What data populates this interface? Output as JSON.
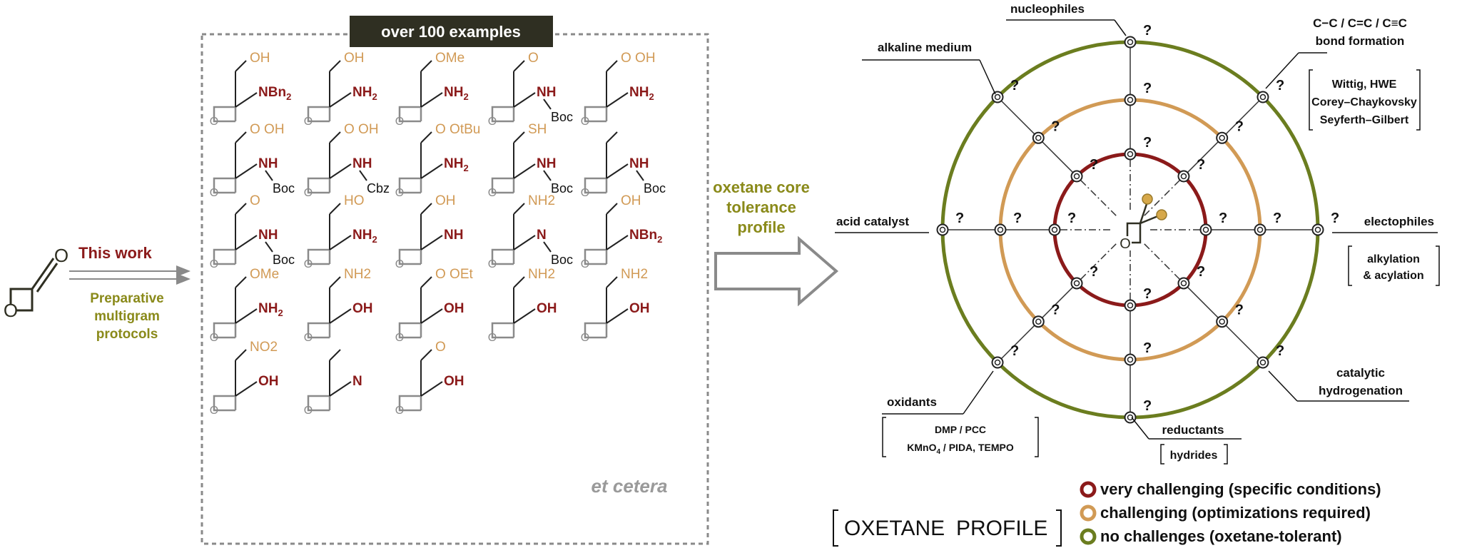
{
  "left": {
    "reagent_atom": "O",
    "this_work": "This work",
    "protocols": [
      "Preparative",
      "multigram",
      "protocols"
    ]
  },
  "examples_box": {
    "title": "over 100 examples",
    "et_cetera": "et cetera",
    "compounds": [
      {
        "top": "OH",
        "mid": "NBn",
        "sub": "2",
        "low": ""
      },
      {
        "top": "OH",
        "mid": "NH",
        "sub": "2",
        "low": ""
      },
      {
        "top": "OMe",
        "mid": "NH",
        "sub": "2",
        "low": ""
      },
      {
        "top": "O",
        "mid": "NH",
        "sub": "",
        "low": "Boc"
      },
      {
        "top": "O   OH",
        "mid": "NH",
        "sub": "2",
        "low": ""
      },
      {
        "top": "O   OH",
        "mid": "NH",
        "sub": "",
        "low": "Boc"
      },
      {
        "top": "O   OH",
        "mid": "NH",
        "sub": "",
        "low": "Cbz"
      },
      {
        "top": "O   OtBu",
        "mid": "NH",
        "sub": "2",
        "low": ""
      },
      {
        "top": "SH",
        "mid": "NH",
        "sub": "",
        "low": "Boc"
      },
      {
        "top": "",
        "mid": "NH",
        "sub": "",
        "low": "Boc"
      },
      {
        "top": "O",
        "mid": "NH",
        "sub": "",
        "low": "Boc"
      },
      {
        "top": "HO",
        "mid": "NH",
        "sub": "2",
        "low": ""
      },
      {
        "top": "OH",
        "mid": "NH",
        "sub": "",
        "low": ""
      },
      {
        "top": "NH2",
        "mid": "N",
        "sub": "",
        "low": "Boc"
      },
      {
        "top": "OH",
        "mid": "NBn",
        "sub": "2",
        "low": ""
      },
      {
        "top": "OMe",
        "mid": "NH",
        "sub": "2",
        "low": ""
      },
      {
        "top": "NH2",
        "mid": "OH",
        "sub": "",
        "low": ""
      },
      {
        "top": "O   OEt",
        "mid": "OH",
        "sub": "",
        "low": ""
      },
      {
        "top": "NH2",
        "mid": "OH",
        "sub": "",
        "low": ""
      },
      {
        "top": "NH2",
        "mid": "OH",
        "sub": "",
        "low": ""
      },
      {
        "top": "NO2",
        "mid": "OH",
        "sub": "",
        "low": ""
      },
      {
        "top": "",
        "mid": "N",
        "sub": "",
        "low": ""
      },
      {
        "top": "O",
        "mid": "OH",
        "sub": "",
        "low": ""
      }
    ]
  },
  "arrow_label": [
    "oxetane core",
    "tolerance",
    "profile"
  ],
  "profile": {
    "q": "?",
    "nucleophiles": "nucleophiles",
    "alkaline": "alkaline medium",
    "bond_formation": [
      "C−C / C=C / C≡C",
      "bond formation"
    ],
    "bond_box": [
      "Wittig, HWE",
      "Corey–Chaykovsky",
      "Seyferth–Gilbert"
    ],
    "acid": "acid catalyst",
    "electrophiles": "electophiles",
    "electro_box": [
      "alkylation",
      "& acylation"
    ],
    "oxidants": "oxidants",
    "oxid_box": [
      "DMP / PCC",
      "KMnO",
      "4",
      " / PIDA, TEMPO"
    ],
    "reductants": "reductants",
    "hydrides": "hydrides",
    "catalytic": [
      "catalytic",
      "hydrogenation"
    ],
    "center_atom": "O"
  },
  "legend": {
    "title_a": "OXETANE",
    "title_b": "PROFILE",
    "items": [
      {
        "label": "very challenging (specific conditions)",
        "color": "#8b1a1a"
      },
      {
        "label": "challenging (optimizations required)",
        "color": "#d19a55"
      },
      {
        "label": "no challenges (oxetane-tolerant)",
        "color": "#6b7d1f"
      }
    ]
  },
  "colors": {
    "maroon": "#8b1a1a",
    "tan": "#d19a55",
    "olive": "#6b7d1f",
    "grey": "#8a8a8a",
    "dark": "#2f2f22"
  }
}
